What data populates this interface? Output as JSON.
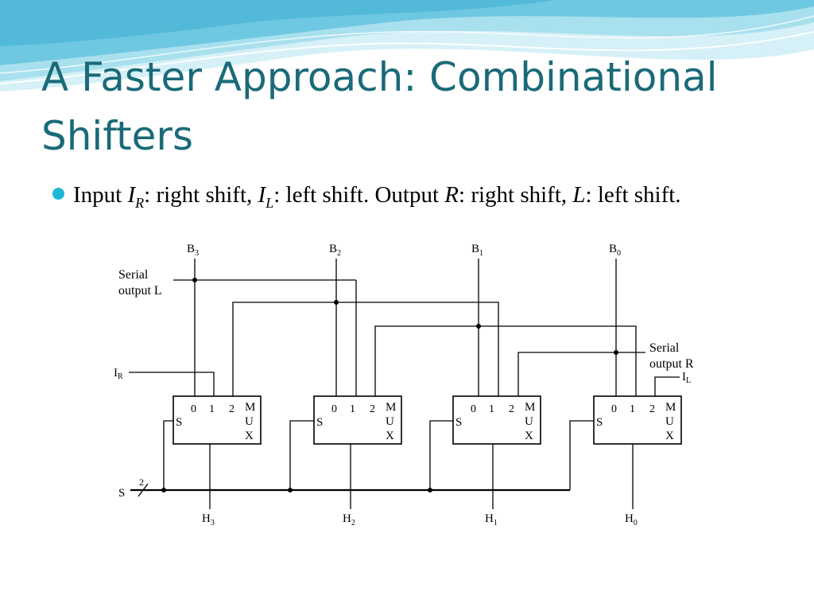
{
  "slide": {
    "title": "A Faster Approach: Combinational Shifters",
    "bullet": {
      "p1": "Input ",
      "v1": "I",
      "s1": "R",
      "p2": ": right shift, ",
      "v2": "I",
      "s2": "L",
      "p3": ": left shift. Output ",
      "v3": "R",
      "p4": ": right shift, ",
      "v4": "L",
      "p5": ": left shift."
    }
  },
  "diagram": {
    "inputs": [
      {
        "label": "B",
        "sub": "3"
      },
      {
        "label": "B",
        "sub": "2"
      },
      {
        "label": "B",
        "sub": "1"
      },
      {
        "label": "B",
        "sub": "0"
      }
    ],
    "outputs": [
      {
        "label": "H",
        "sub": "3"
      },
      {
        "label": "H",
        "sub": "2"
      },
      {
        "label": "H",
        "sub": "1"
      },
      {
        "label": "H",
        "sub": "0"
      }
    ],
    "mux": {
      "select_label": "S",
      "input_labels": [
        "0",
        "1",
        "2"
      ],
      "name_letters": [
        "M",
        "U",
        "X"
      ]
    },
    "serial_output_left": [
      "Serial",
      "output L"
    ],
    "serial_output_right": [
      "Serial",
      "output R"
    ],
    "ir_label": {
      "label": "I",
      "sub": "R"
    },
    "il_label": {
      "label": "I",
      "sub": "L"
    },
    "select_bus": {
      "label": "S",
      "width": "2"
    }
  },
  "colors": {
    "title": "#1a6a78",
    "bullet": "#1fb7d6",
    "wave_light": "#b9e6f1",
    "wave_mid": "#7fd0e6",
    "wave_dark": "#3aaed1"
  }
}
